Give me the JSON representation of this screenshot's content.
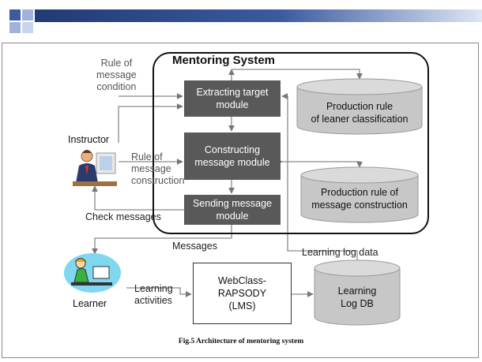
{
  "diagram": {
    "system_title": "Mentoring System",
    "modules": {
      "extracting": "Extracting target\nmodule",
      "constructing": "Constructing\nmessage module",
      "sending": "Sending message\nmodule"
    },
    "databases": {
      "classification": "Production rule\nof leaner classification",
      "construction": "Production rule of\nmessage construction",
      "learning_log": "Learning\nLog DB"
    },
    "lms": "WebClass-\nRAPSODY\n(LMS)",
    "actors": {
      "instructor": "Instructor",
      "learner": "Learner"
    },
    "flow_labels": {
      "rule_condition": "Rule of\nmessage\ncondition",
      "rule_construction": "Rule of\nmessage\nconstruction",
      "check_messages": "Check messages",
      "messages": "Messages",
      "learning_activities": "Learning\nactivities",
      "learning_log_data": "Learning log data"
    },
    "caption": "Fig.5 Architecture of mentoring system"
  }
}
